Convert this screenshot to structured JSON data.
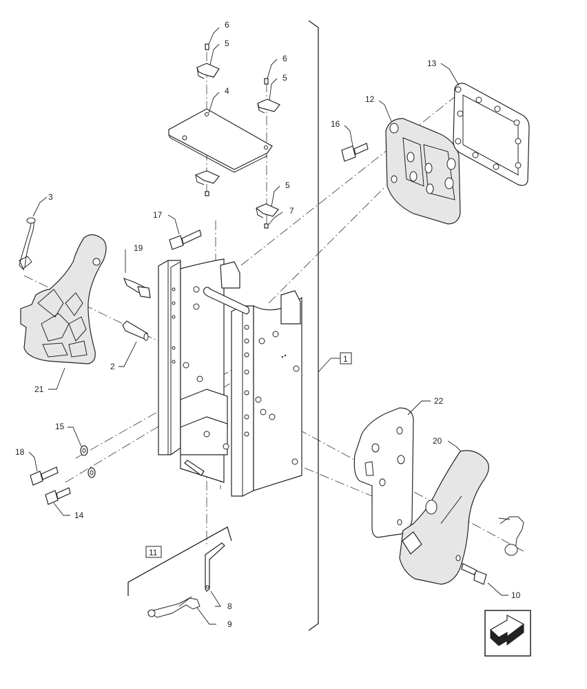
{
  "callouts": {
    "c1": "1",
    "c2": "2",
    "c3": "3",
    "c4": "4",
    "c5a": "5",
    "c5b": "5",
    "c5c": "5",
    "c6a": "6",
    "c6b": "6",
    "c7": "7",
    "c8": "8",
    "c9": "9",
    "c10": "10",
    "c11": "11",
    "c12": "12",
    "c13": "13",
    "c14": "14",
    "c15": "15",
    "c16": "16",
    "c17": "17",
    "c18": "18",
    "c19": "19",
    "c20": "20",
    "c21": "21",
    "c22": "22"
  },
  "navigation": {
    "icon": "arrow-right-icon"
  }
}
